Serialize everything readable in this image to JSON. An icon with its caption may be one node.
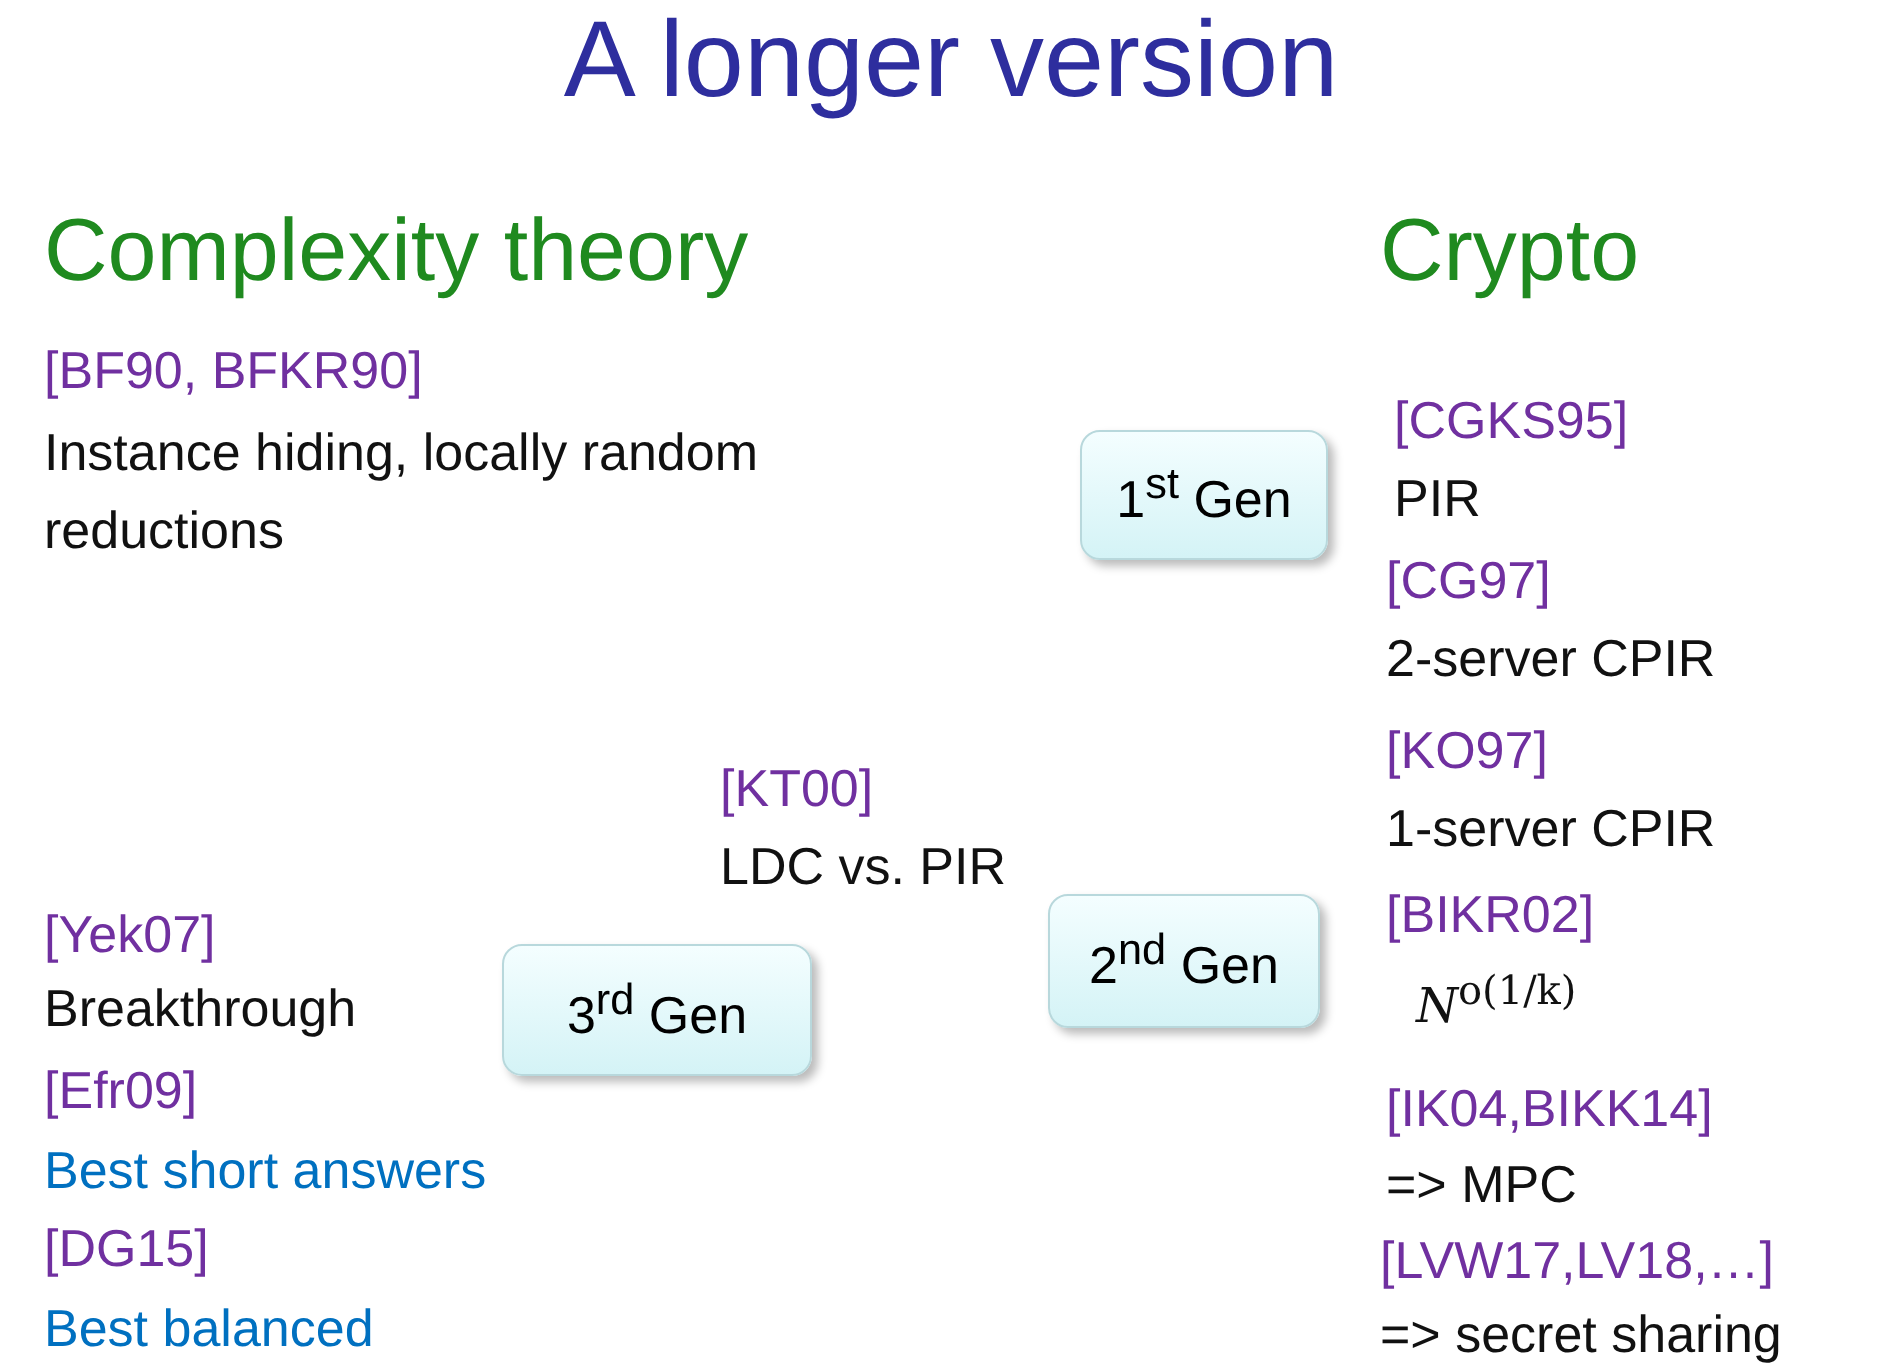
{
  "diagram": {
    "title": "A longer version",
    "nodes": [
      {
        "text": [
          "1$^{st}$ Gen"
        ]
      },
      {
        "text": [
          "2$^{nd}$ Gen"
        ]
      },
      {
        "text": [
          "3$^{rd}$ Gen"
        ]
      }
    ],
    "labels": [
      "Complexity theory",
      "Crypto",
      "[BF90, BFKR90]",
      "Instance hiding, locally random reductions",
      "[CGKS95]",
      "PIR",
      "[CG97]",
      "2-server CPIR",
      "[KT00]",
      "[KO97]",
      "LDC vs. PIR",
      "1-server CPIR",
      "[Yek07]",
      "[BIKR02]",
      "Breakthrough",
      "*N*$^{o(1/k)}$",
      "[Efr09]",
      "[IK04,BIKK14]",
      "Best short answers",
      "=> MPC",
      "[DG15]",
      "[LVW17,LV18,…]",
      "Best balanced",
      "=> secret sharing"
    ]
  }
}
